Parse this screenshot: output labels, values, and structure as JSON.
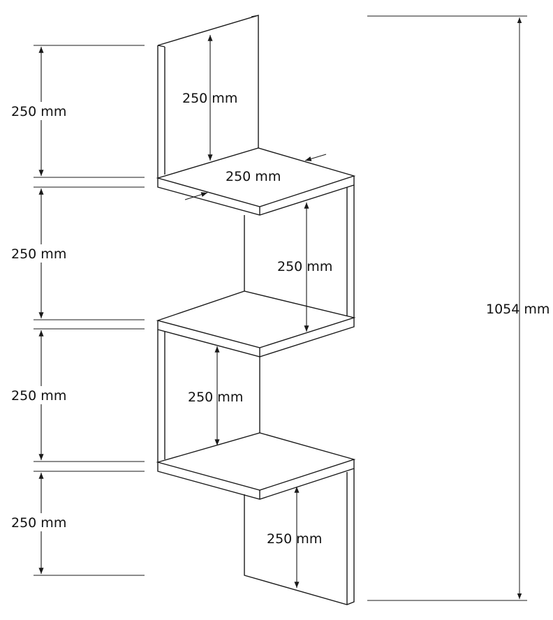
{
  "colors": {
    "line": "#1a1a1a",
    "background": "#ffffff"
  },
  "labels": {
    "left_tier_1": "250 mm",
    "left_tier_2": "250 mm",
    "left_tier_3": "250 mm",
    "left_tier_4": "250 mm",
    "top_panel_height": "250 mm",
    "top_shelf_depth": "250 mm",
    "tier2_height": "250 mm",
    "tier3_height": "250 mm",
    "bottom_panel_height": "250 mm",
    "total_height": "1054 mm"
  }
}
